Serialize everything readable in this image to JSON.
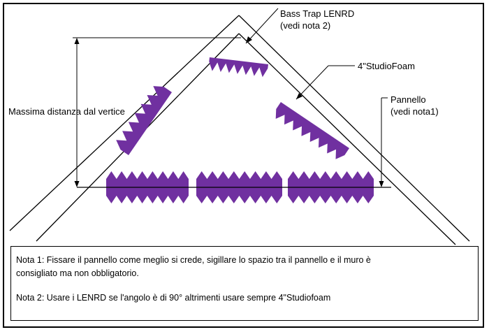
{
  "labels": {
    "bass_trap_line1": "Bass Trap LENRD",
    "bass_trap_line2": "(vedi nota 2)",
    "studiofoam": "4\"StudioFoam",
    "pannello_line1": "Pannello",
    "pannello_line2": "(vedi nota1)",
    "distance": "Massima distanza dal vertice"
  },
  "notes": {
    "note1_line1": "Nota 1: Fissare il pannello come meglio si crede, sigillare lo spazio tra il pannello e il muro è",
    "note1_line2": "consigliato ma non obbligatorio.",
    "note2": "Nota 2: Usare i LENRD se l'angolo è di 90° altrimenti usare sempre 4\"Studiofoam"
  },
  "colors": {
    "foam": "#7030a0",
    "line": "#000000"
  }
}
